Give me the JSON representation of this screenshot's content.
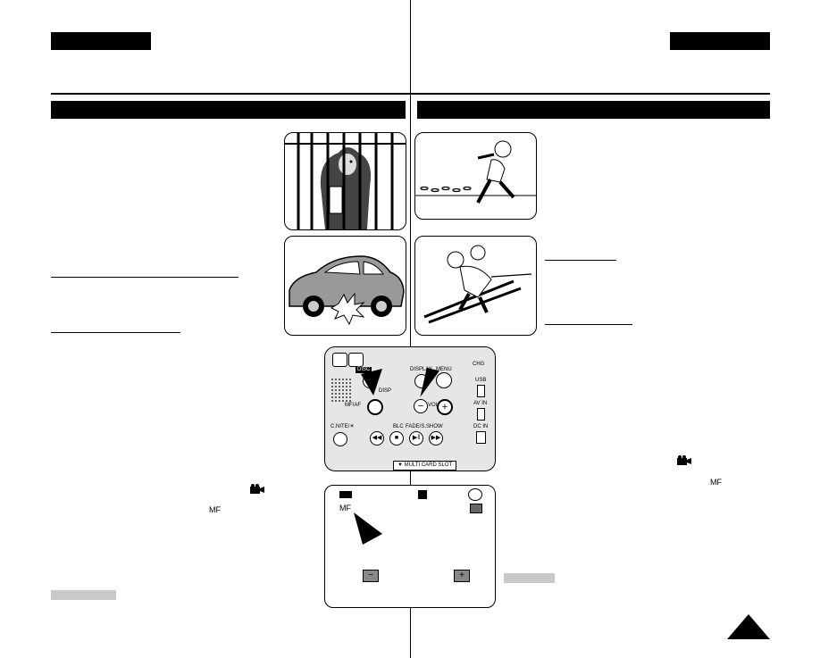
{
  "camera_panel": {
    "labels": {
      "disc": "DISC",
      "display": "DISPLAY",
      "menu": "MENU",
      "disp": "DISP",
      "mf_af": "MF/AF",
      "vol": "VOL",
      "chg": "CHG",
      "usb": "USB",
      "av_in": "AV IN",
      "dc_in": "DC IN",
      "c_nite": "C.NITE/☀",
      "blc": "BLC",
      "fader_show": "FADE/S.SHOW",
      "multi_card_slot": "▼ MULTI CARD SLOT"
    }
  },
  "lcd_panel": {
    "mf_indicator": "MF",
    "minus": "−",
    "plus": "+"
  },
  "icons": {
    "inline_left_camera": "camera-mode-icon",
    "inline_left_mf": "MF",
    "inline_right_camera": "camera-mode-icon",
    "inline_right_mf": "MF"
  }
}
